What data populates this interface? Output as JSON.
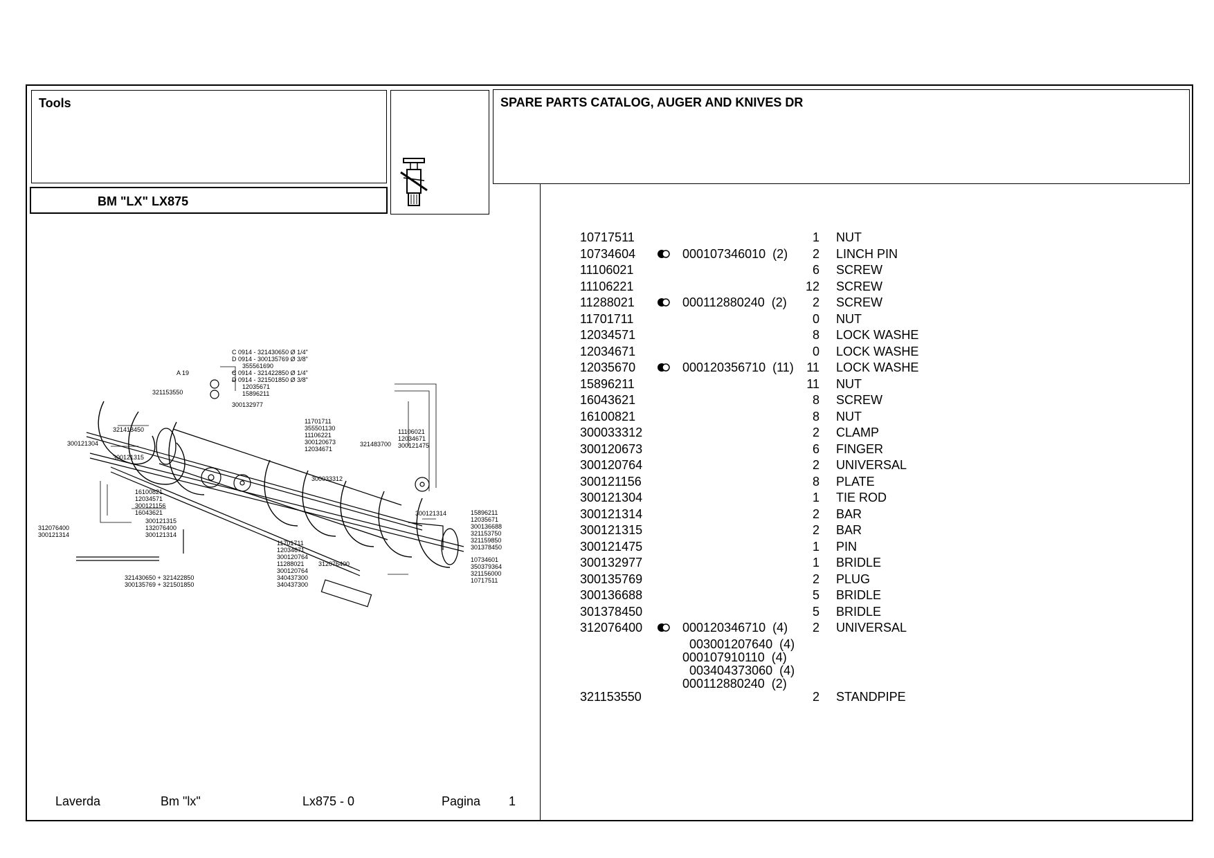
{
  "header": {
    "tools_label": "Tools",
    "model_label": "BM \"LX\" LX875",
    "catalog_title": "SPARE PARTS CATALOG, AUGER AND KNIVES DR"
  },
  "icon": {
    "name": "tool-icon"
  },
  "parts": [
    {
      "pn": "10717511",
      "alt": "",
      "qty": "1",
      "desc": "NUT"
    },
    {
      "pn": "10734604",
      "alt": "000107346010  (2)",
      "qty": "2",
      "desc": "LINCH PIN"
    },
    {
      "pn": "11106021",
      "alt": "",
      "qty": "6",
      "desc": "SCREW"
    },
    {
      "pn": "11106221",
      "alt": "",
      "qty": "12",
      "desc": "SCREW"
    },
    {
      "pn": "11288021",
      "alt": "000112880240  (2)",
      "qty": "2",
      "desc": "SCREW"
    },
    {
      "pn": "11701711",
      "alt": "",
      "qty": "0",
      "desc": "NUT"
    },
    {
      "pn": "12034571",
      "alt": "",
      "qty": "8",
      "desc": "LOCK WASHE"
    },
    {
      "pn": "12034671",
      "alt": "",
      "qty": "0",
      "desc": "LOCK WASHE"
    },
    {
      "pn": "12035670",
      "alt": "000120356710  (11)",
      "qty": "11",
      "desc": "LOCK WASHE"
    },
    {
      "pn": "15896211",
      "alt": "",
      "qty": "11",
      "desc": "NUT"
    },
    {
      "pn": "16043621",
      "alt": "",
      "qty": "8",
      "desc": "SCREW"
    },
    {
      "pn": "16100821",
      "alt": "",
      "qty": "8",
      "desc": "NUT"
    },
    {
      "pn": "300033312",
      "alt": "",
      "qty": "2",
      "desc": "CLAMP"
    },
    {
      "pn": "300120673",
      "alt": "",
      "qty": "6",
      "desc": "FINGER"
    },
    {
      "pn": "300120764",
      "alt": "",
      "qty": "2",
      "desc": "UNIVERSAL"
    },
    {
      "pn": "300121156",
      "alt": "",
      "qty": "8",
      "desc": "PLATE"
    },
    {
      "pn": "300121304",
      "alt": "",
      "qty": "1",
      "desc": "TIE ROD"
    },
    {
      "pn": "300121314",
      "alt": "",
      "qty": "2",
      "desc": "BAR"
    },
    {
      "pn": "300121315",
      "alt": "",
      "qty": "2",
      "desc": "BAR"
    },
    {
      "pn": "300121475",
      "alt": "",
      "qty": "1",
      "desc": "PIN"
    },
    {
      "pn": "300132977",
      "alt": "",
      "qty": "1",
      "desc": "BRIDLE"
    },
    {
      "pn": "300135769",
      "alt": "",
      "qty": "2",
      "desc": "PLUG"
    },
    {
      "pn": "300136688",
      "alt": "",
      "qty": "5",
      "desc": "BRIDLE"
    },
    {
      "pn": "301378450",
      "alt": "",
      "qty": "5",
      "desc": "BRIDLE"
    },
    {
      "pn": "312076400",
      "alt": "000120346710  (4)",
      "qty": "2",
      "desc": "UNIVERSAL"
    }
  ],
  "sub_alternates": [
    "003001207640  (4)",
    "000107910110  (4)",
    "003404373060  (4)",
    "000112880240  (2)"
  ],
  "last_part": {
    "pn": "321153550",
    "qty": "2",
    "desc": "STANDPIPE"
  },
  "footer": {
    "brand": "Laverda",
    "model": "Bm \"lx\"",
    "code": "Lx875 - 0",
    "page_label": "Pagina",
    "page_number": "1"
  },
  "diagram_labels": {
    "top_right": [
      "C 0914 - 321430650  Ø  1/4\"",
      "D 0914 - 300135769  Ø  3/8\"",
      "355561690",
      "C 0914 - 321422850  Ø  1/4\"",
      "D 0914 - 321501850  Ø  3/8\"",
      "12035671",
      "15896211"
    ],
    "a19": "A 19",
    "p321153550": "321153550",
    "center_stack": [
      "11701711",
      "355501130",
      "11106221",
      "300120673",
      "12034671"
    ],
    "p300132977": "300132977",
    "p321483700": "321483700",
    "box_right": [
      "11106021",
      "12034671",
      "300121475"
    ],
    "p321418450": "321418450",
    "p300121304": "300121304",
    "p300121315": "300121315",
    "p300033312": "300033312",
    "left_stack": [
      "16100821",
      "12034571",
      "300121156",
      "16043621"
    ],
    "lower_mid": [
      "300121315",
      "132076400",
      "300121314"
    ],
    "far_left": [
      "312076400",
      "300121314"
    ],
    "p300121314b": "300121314",
    "right_stack": [
      "15896211",
      "12035671",
      "300136688",
      "321153750",
      "321159850",
      "301378450"
    ],
    "bottom_stack": [
      "11701711",
      "12034671",
      "300120764",
      "11288021",
      "300120764",
      "340437300",
      "340437300"
    ],
    "p312076400b": "312076400",
    "bottom_left": [
      "321430650 + 321422850",
      "300135769 + 321501850"
    ],
    "bottom_right": [
      "10734601",
      "350379364",
      "321156000",
      "10717511"
    ]
  }
}
